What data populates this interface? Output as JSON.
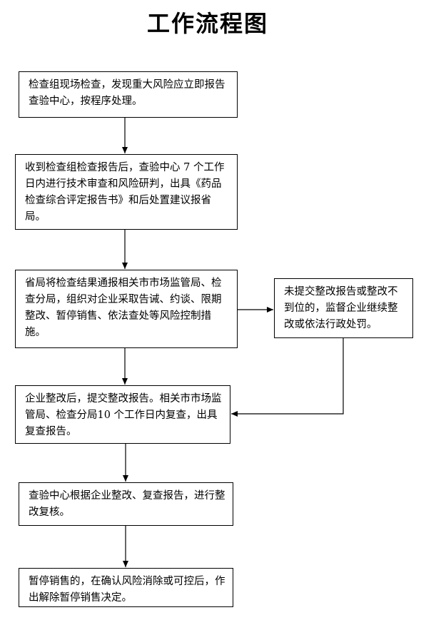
{
  "title": "工作流程图",
  "steps": [
    {
      "text": "检查组现场检查，发现重大风险应立即报告查验中心，按程序处理。"
    },
    {
      "text": "收到检查组检查报告后，查验中心 7 个工作日内进行技术审查和风险研判，出具《药品检查综合评定报告书》和后处置建议报省局。"
    },
    {
      "text": "省局将检查结果通报相关市市场监管局、检查分局，组织对企业采取告诫、约谈、限期整改、暂停销售、依法查处等风险控制措施。"
    },
    {
      "text": "未提交整改报告或整改不到位的，监督企业继续整改或依法行政处罚。"
    },
    {
      "text": "企业整改后，提交整改报告。相关市市场监管局、检查分局10 个工作日内复查，出具复查报告。"
    },
    {
      "text": "查验中心根据企业整改、复查报告，进行整改复核。"
    },
    {
      "text": "暂停销售的，在确认风险消除或可控后，作出解除暂停销售决定。"
    }
  ]
}
